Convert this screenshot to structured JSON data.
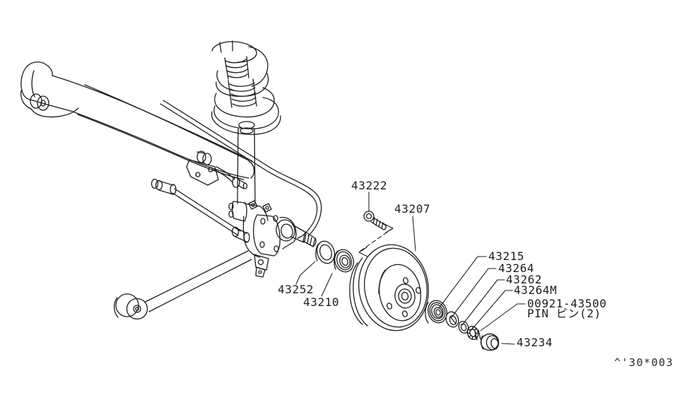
{
  "page": {
    "background": "#ffffff",
    "line_color": "#1c1c1c"
  },
  "diagram": {
    "description_of_parts": "rear axle suspension and brake drum exploded view",
    "callouts": {
      "c43222": "43222",
      "c43207": "43207",
      "c43215": "43215",
      "c43264": "43264",
      "c43262": "43262",
      "c43264M": "43264M",
      "pin_number": "00921-43500",
      "pin_text": "PIN ピン(2)",
      "c43234": "43234",
      "c43252": "43252",
      "c43210": "43210"
    },
    "footer_code": "^'30*003"
  }
}
